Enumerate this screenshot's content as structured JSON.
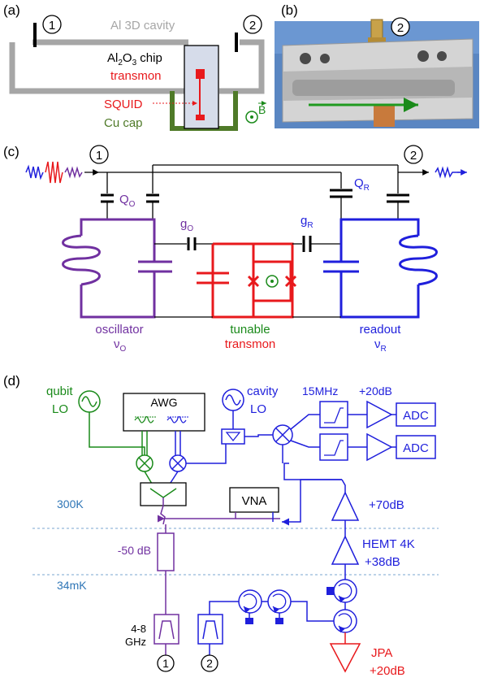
{
  "panel_a": {
    "label": "(a)",
    "port1": "1",
    "port2": "2",
    "cavity_label": "Al 3D cavity",
    "chip_label_pre": "Al",
    "chip_label_sub1": "2",
    "chip_label_mid": "O",
    "chip_label_sub2": "3",
    "chip_label_post": " chip",
    "transmon_label": "transmon",
    "squid_label": "SQUID",
    "cap_label": "Cu cap",
    "field_label": "B"
  },
  "panel_b": {
    "label": "(b)",
    "port2": "2"
  },
  "panel_c": {
    "label": "(c)",
    "port1": "1",
    "port2": "2",
    "qo_main": "Q",
    "qo_sub": "O",
    "qr_main": "Q",
    "qr_sub": "R",
    "go_main": "g",
    "go_sub": "O",
    "gr_main": "g",
    "gr_sub": "R",
    "oscillator_label": "oscillator",
    "nu_o_main": "ν",
    "nu_o_sub": "O",
    "tunable_label": "tunable",
    "transmon_label": "transmon",
    "readout_label": "readout",
    "nu_r_main": "ν",
    "nu_r_sub": "R"
  },
  "panel_d": {
    "label": "(d)",
    "qubit_label": "qubit",
    "lo_label": "LO",
    "awg_label": "AWG",
    "cavity_label": "cavity",
    "cavity_lo_label": "LO",
    "filter_label": "15MHz",
    "amp_gain_top": "+20dB",
    "adc1": "ADC",
    "adc2": "ADC",
    "vna_label": "VNA",
    "temp_300k": "300K",
    "temp_34mk": "34mK",
    "attenuation": "-50 dB",
    "amp_70": "+70dB",
    "hemt_label": "HEMT 4K",
    "hemt_gain": "+38dB",
    "band_top": "4-8",
    "band_bottom": "GHz",
    "port1": "1",
    "port2": "2",
    "jpa_label": "JPA",
    "jpa_gain": "+20dB"
  },
  "colors": {
    "black": "#000000",
    "gray": "#a6a6a6",
    "red": "#e8191c",
    "green": "#2e8b2e",
    "olive": "#4f7a28",
    "purple": "#7030a0",
    "blue": "#1f1fdc",
    "teal": "#2e75b6"
  }
}
